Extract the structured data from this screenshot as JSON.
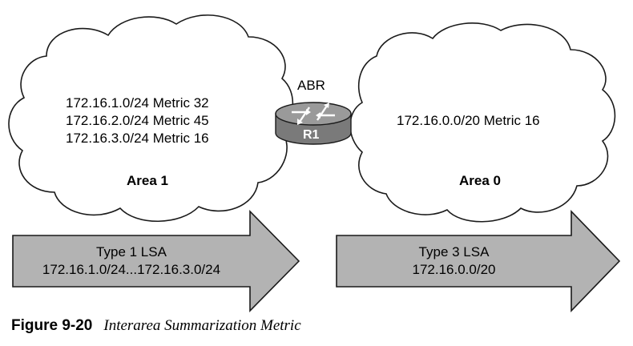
{
  "router": {
    "role_label": "ABR",
    "name": "R1"
  },
  "area1": {
    "label": "Area 1",
    "routes": [
      "172.16.1.0/24 Metric 32",
      "172.16.2.0/24 Metric 45",
      "172.16.3.0/24 Metric 16"
    ]
  },
  "area0": {
    "label": "Area 0",
    "routes": [
      "172.16.0.0/20 Metric 16"
    ]
  },
  "lsa_left": {
    "type": "Type 1 LSA",
    "prefixes": "172.16.1.0/24...172.16.3.0/24"
  },
  "lsa_right": {
    "type": "Type 3 LSA",
    "prefixes": "172.16.0.0/20"
  },
  "caption": {
    "number": "Figure 9-20",
    "title": "Interarea Summarization Metric"
  },
  "colors": {
    "cloud_fill": "#ffffff",
    "outline": "#1a1a1a",
    "arrow_fill": "#b3b3b3",
    "router_body": "#7a7a7a",
    "router_top": "#9a9a9a"
  }
}
